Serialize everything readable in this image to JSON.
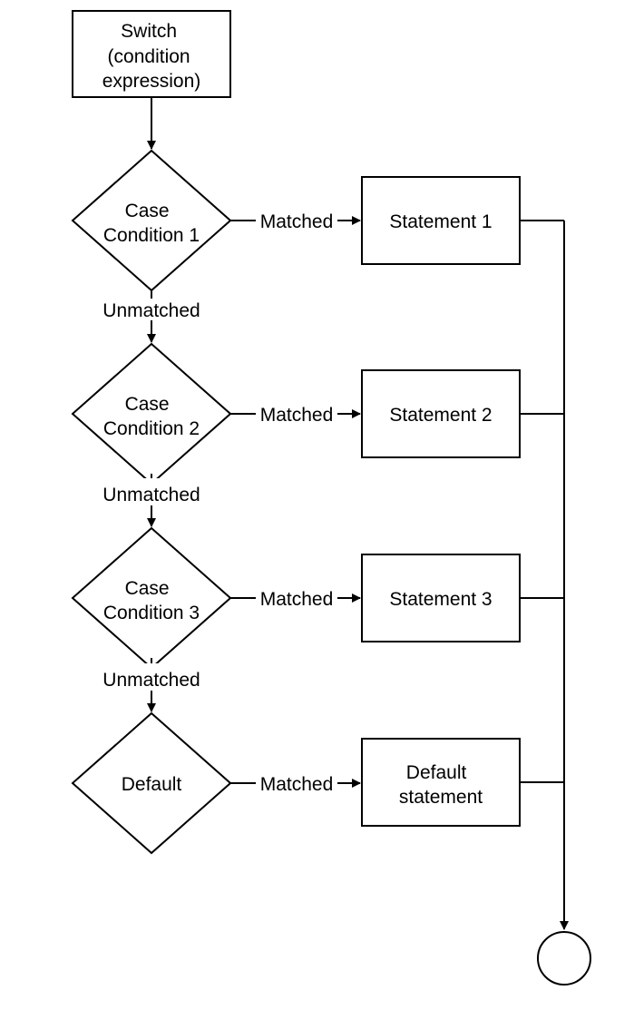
{
  "diagram": {
    "start": {
      "lines": [
        "Switch",
        "(condition",
        "expression)"
      ]
    },
    "cases": [
      {
        "lines": [
          "Case",
          "Condition 1"
        ],
        "matched_label": "Matched",
        "statement_lines": [
          "Statement 1"
        ],
        "unmatched_label": "Unmatched"
      },
      {
        "lines": [
          "Case",
          "Condition 2"
        ],
        "matched_label": "Matched",
        "statement_lines": [
          "Statement 2"
        ],
        "unmatched_label": "Unmatched"
      },
      {
        "lines": [
          "Case",
          "Condition 3"
        ],
        "matched_label": "Matched",
        "statement_lines": [
          "Statement 3"
        ],
        "unmatched_label": "Unmatched"
      },
      {
        "lines": [
          "Default"
        ],
        "matched_label": "Matched",
        "statement_lines": [
          "Default",
          "statement"
        ]
      }
    ],
    "colors": {
      "stroke": "#000000",
      "fill": "#ffffff",
      "text": "#000000"
    }
  }
}
